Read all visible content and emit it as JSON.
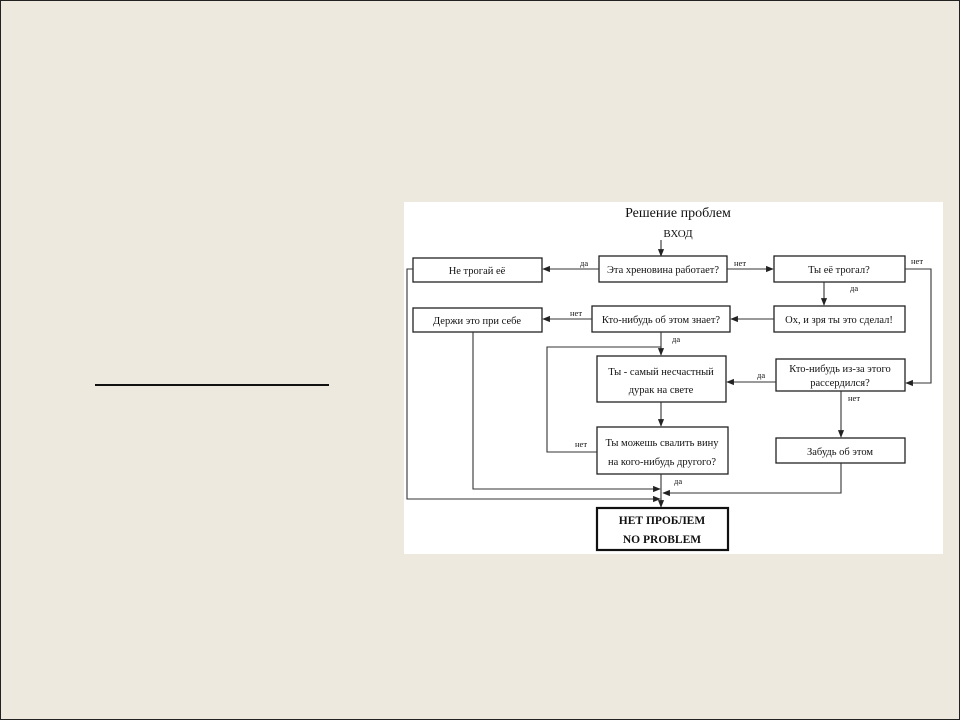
{
  "flowchart": {
    "title": "Решение проблем",
    "entry": "ВХОД",
    "nodes": {
      "works": "Эта хреновина работает?",
      "dont_touch": "Не трогай её",
      "touched": "Ты её трогал?",
      "oh_no": "Ох, и зря ты это сделал!",
      "anyone_knows": "Кто-нибудь об этом знает?",
      "keep_secret": "Держи это при себе",
      "fool_1": "Ты - самый несчастный",
      "fool_2": "дурак на свете",
      "upset_1": "Кто-нибудь из-за этого",
      "upset_2": "рассердился?",
      "blame_1": "Ты можешь свалить вину",
      "blame_2": "на кого-нибудь другого?",
      "forget": "Забудь об этом",
      "no_problem_ru": "НЕТ ПРОБЛЕМ",
      "no_problem_en": "NO PROBLEM"
    },
    "labels": {
      "yes": "да",
      "no": "нет"
    }
  }
}
